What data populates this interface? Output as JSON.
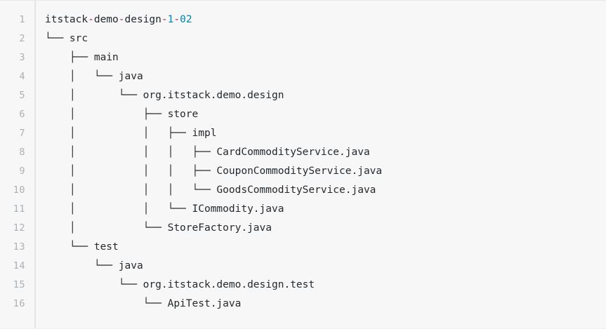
{
  "code_block": {
    "language": "text",
    "background_color": "#f7f7f7",
    "text_color": "#24292e",
    "gutter_color": "#aab0b6",
    "accent_operator_color": "#a71d5d",
    "accent_number_color": "#0086b3",
    "line_numbers": [
      "1",
      "2",
      "3",
      "4",
      "5",
      "6",
      "7",
      "8",
      "9",
      "10",
      "11",
      "12",
      "13",
      "14",
      "15",
      "16"
    ],
    "lines": [
      "itstack-demo-design-1-02",
      "└── src",
      "    ├── main",
      "    │   └── java",
      "    │       └── org.itstack.demo.design",
      "    │           ├── store",
      "    │           │   ├── impl",
      "    │           │   │   ├── CardCommodityService.java",
      "    │           │   │   ├── CouponCommodityService.java",
      "    │           │   │   └── GoodsCommodityService.java",
      "    │           │   └── ICommodity.java",
      "    │           └── StoreFactory.java",
      "    └── test",
      "        └── java",
      "            └── org.itstack.demo.design.test",
      "                └── ApiTest.java"
    ],
    "line_1_tokens": [
      {
        "text": "itstack",
        "type": "plain"
      },
      {
        "text": "-",
        "type": "operator"
      },
      {
        "text": "demo",
        "type": "plain"
      },
      {
        "text": "-",
        "type": "operator"
      },
      {
        "text": "design",
        "type": "plain"
      },
      {
        "text": "-",
        "type": "operator"
      },
      {
        "text": "1",
        "type": "number"
      },
      {
        "text": "-",
        "type": "operator"
      },
      {
        "text": "02",
        "type": "number"
      }
    ]
  }
}
